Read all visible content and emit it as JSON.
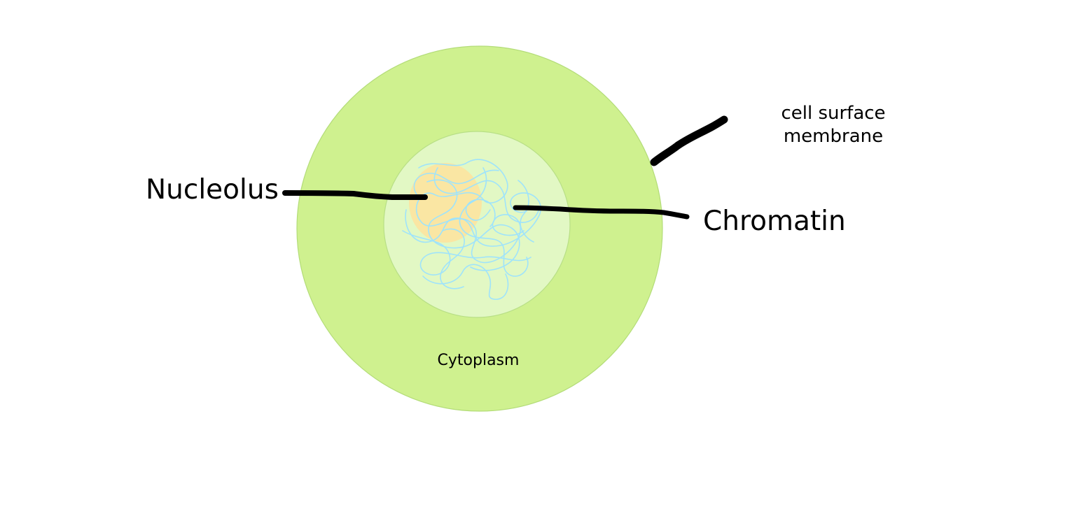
{
  "diagram": {
    "labels": {
      "nucleolus": "Nucleolus",
      "chromatin": "Chromatin",
      "membrane_line1": "cell surface",
      "membrane_line2": "membrane",
      "cytoplasm": "Cytoplasm"
    },
    "colors": {
      "cytoplasm_fill": "#cff18f",
      "cytoplasm_stroke": "#b3dc78",
      "nucleus_fill": "#e2f8c4",
      "nucleus_stroke": "#b8df86",
      "nucleolus_fill": "#fde3a0",
      "chromatin_stroke": "#9fe3fb",
      "pointer_stroke": "#000000"
    },
    "icons": {
      "pointer_lines": "hand-drawn-black-line"
    }
  }
}
